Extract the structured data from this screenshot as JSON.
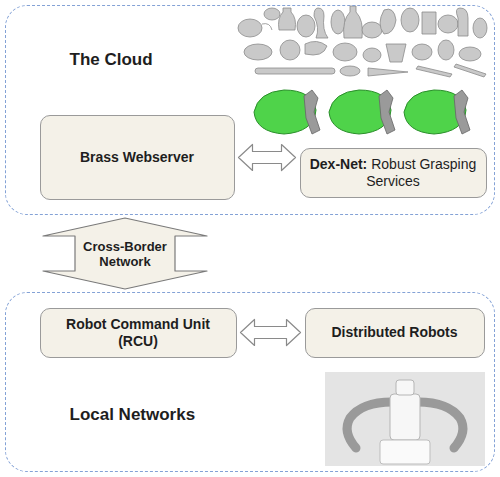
{
  "diagram": {
    "nodes": [
      {
        "text": [
          "The Cloud"
        ]
      },
      {
        "text": [
          "Brass Webserver"
        ],
        "in": 0
      },
      {
        "text": [
          "Dex-Net:",
          "Robust Grasping Services"
        ],
        "in": 0
      },
      {
        "text": [
          "Local Networks"
        ]
      },
      {
        "text": [
          "Robot Command Unit (RCU)"
        ],
        "in": 3
      },
      {
        "text": [
          "Distributed Robots"
        ],
        "in": 3
      }
    ],
    "edges": [
      {
        "from": 1,
        "to": 2,
        "arrow": "both"
      },
      {
        "from": 0,
        "to": 3,
        "label": "Cross-Border Network",
        "arrow": "both"
      },
      {
        "from": 4,
        "to": 5,
        "arrow": "both"
      }
    ]
  }
}
